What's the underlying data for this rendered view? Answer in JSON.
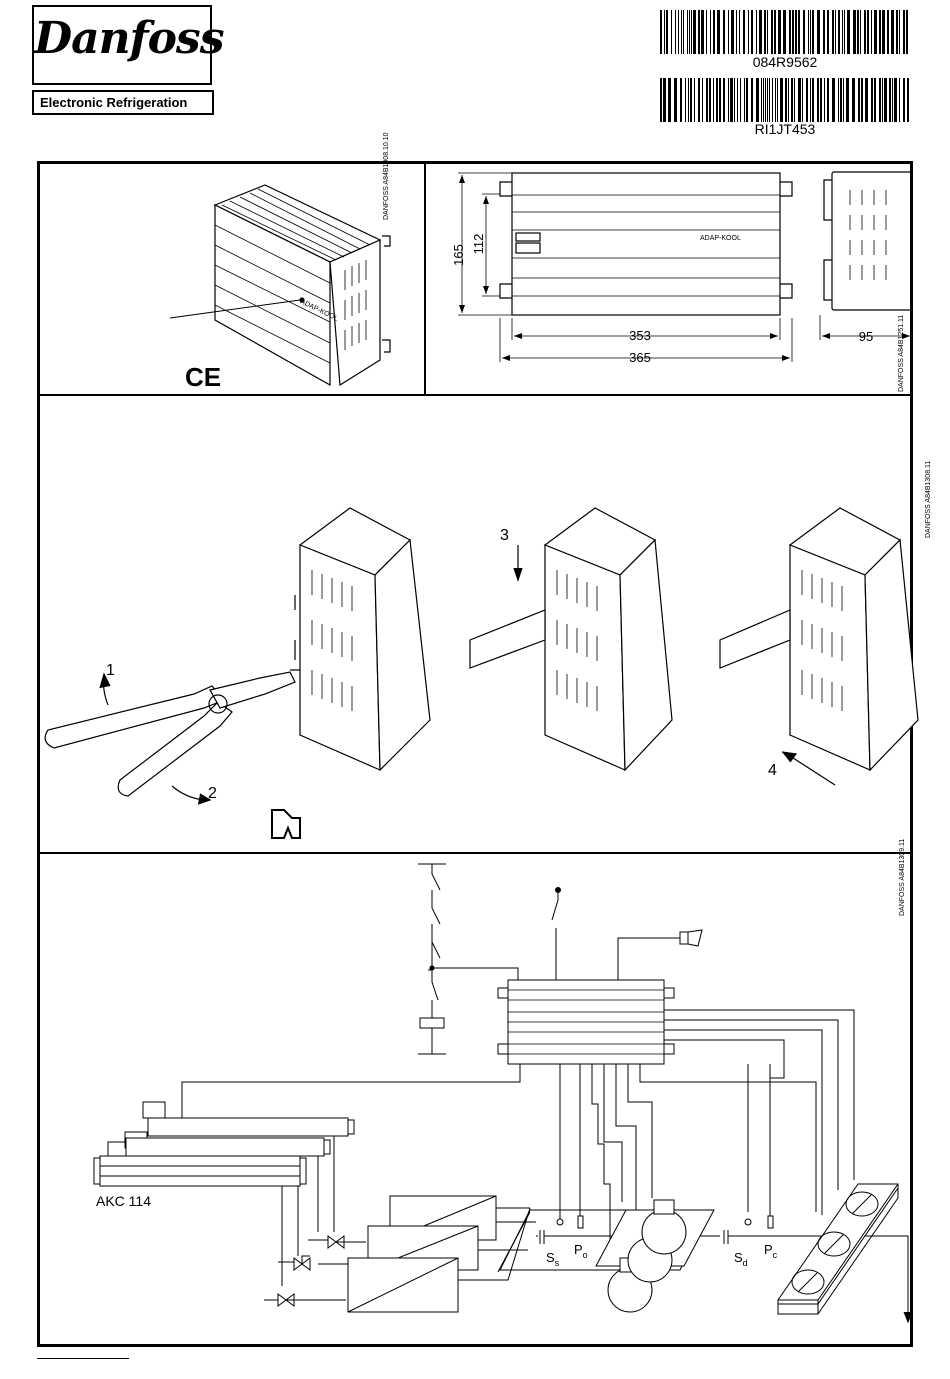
{
  "header": {
    "brand": "Danfoss",
    "division": "Electronic Refrigeration",
    "barcodes": [
      {
        "code": "084R9562"
      },
      {
        "code": "RI1JT453"
      }
    ]
  },
  "panel1": {
    "product_label": "ADAP-KOOL",
    "ce_mark": "CE",
    "ref_left": "DANFOSS A84B1008.10.10",
    "ref_right": "DANFOSS A84B1251.11",
    "dims": {
      "h_outer": "165",
      "h_inner": "112",
      "w_inner": "353",
      "w_outer": "365",
      "depth": "95"
    }
  },
  "panel2": {
    "steps": [
      "1",
      "2",
      "3",
      "4"
    ],
    "ref": "DANFOSS A84B1308.11"
  },
  "panel3": {
    "ref": "DANFOSS A84B1309.11",
    "akc_label": "AKC 114",
    "sensors": [
      {
        "main": "S",
        "sub": "s"
      },
      {
        "main": "P",
        "sub": "o"
      },
      {
        "main": "S",
        "sub": "d"
      },
      {
        "main": "P",
        "sub": "c"
      }
    ]
  }
}
